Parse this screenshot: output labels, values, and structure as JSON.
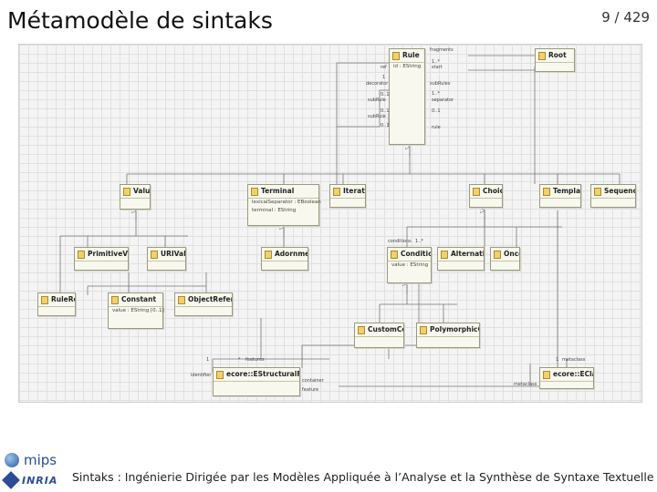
{
  "slide": {
    "title": "Métamodèle de sintaks",
    "page_number": "9 / 429",
    "footer": "Sintaks : Ingénierie Dirigée par les Modèles Appliquée à l’Analyse et la Synthèse de Syntaxe Textuelle"
  },
  "logos": {
    "mips": "mips",
    "inria": "INRIA"
  },
  "diagram": {
    "classes": {
      "rule": {
        "name": "Rule",
        "attrs": [
          "id : EString"
        ]
      },
      "root": {
        "name": "Root",
        "attrs": []
      },
      "value": {
        "name": "Value",
        "attrs": []
      },
      "terminal": {
        "name": "Terminal",
        "attrs": [
          "lexicalSeparator : EBoolean",
          "terminal : EString"
        ]
      },
      "iteration": {
        "name": "Iteration",
        "attrs": []
      },
      "choice": {
        "name": "Choice",
        "attrs": []
      },
      "template": {
        "name": "Template",
        "attrs": []
      },
      "sequence": {
        "name": "Sequence",
        "attrs": []
      },
      "primitive_value": {
        "name": "PrimitiveValue",
        "attrs": []
      },
      "uri_value": {
        "name": "URIValue",
        "attrs": []
      },
      "adornment": {
        "name": "Adornment",
        "attrs": []
      },
      "condition": {
        "name": "Condition",
        "attrs": [
          "value : EString"
        ]
      },
      "alternative": {
        "name": "Alternative",
        "attrs": []
      },
      "once": {
        "name": "Once",
        "attrs": []
      },
      "rule_ref": {
        "name": "RuleRef",
        "attrs": []
      },
      "constant": {
        "name": "Constant",
        "attrs": [
          "value : EString [0..1]"
        ]
      },
      "object_reference": {
        "name": "ObjectReference",
        "attrs": []
      },
      "custom_cond": {
        "name": "CustomCond",
        "attrs": []
      },
      "polymorphic_cond": {
        "name": "PolymorphicCond",
        "attrs": []
      },
      "structural_feature": {
        "name": "ecore::EStructuralFeature",
        "attrs": []
      },
      "eclass": {
        "name": "ecore::EClass",
        "attrs": []
      }
    },
    "role_labels": [
      "fragments",
      "1..*",
      "start",
      "ref",
      "1",
      "decorator",
      "0..1",
      "subRules",
      "subRule",
      "1..*",
      "separator",
      "0..1",
      "0..1",
      "subRule",
      "0..1",
      "rule",
      "conditions",
      "1..*",
      "features",
      "1",
      "container",
      "*",
      "identifier",
      "1",
      "metaclass",
      "metaclass",
      "feature"
    ]
  }
}
